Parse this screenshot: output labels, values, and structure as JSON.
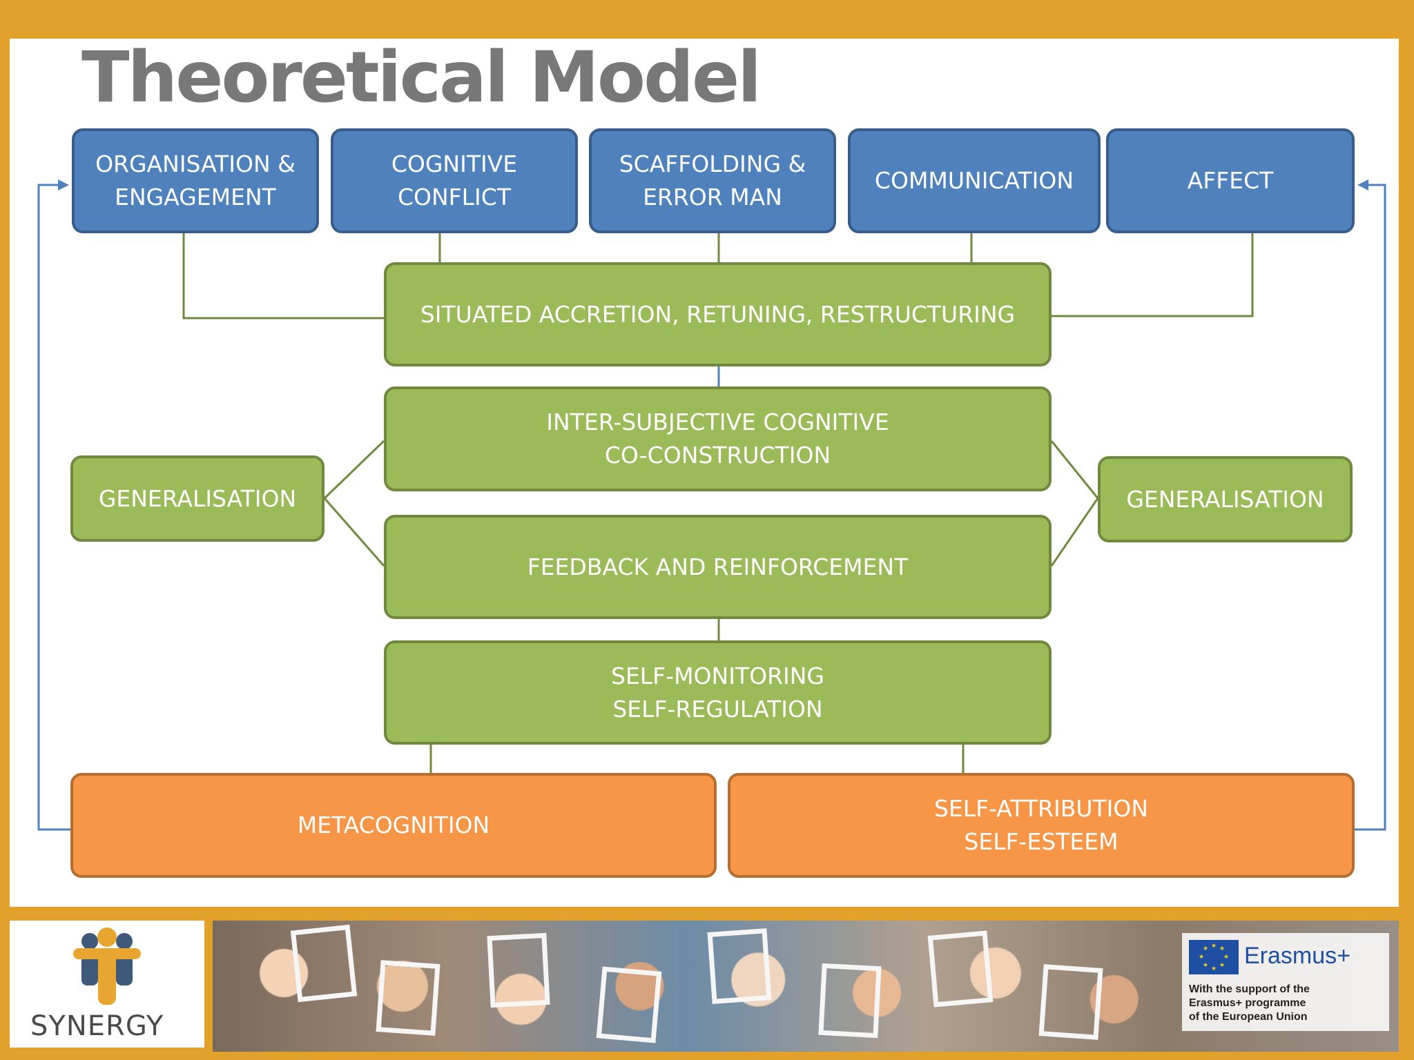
{
  "slide": {
    "title": "Theoretical Model"
  },
  "diagram": {
    "top_row": [
      {
        "id": "organisation",
        "label": "ORGANISATION &\nENGAGEMENT"
      },
      {
        "id": "cognitive-conflict",
        "label": "COGNITIVE\nCONFLICT"
      },
      {
        "id": "scaffolding",
        "label": "SCAFFOLDING &\nERROR MAN"
      },
      {
        "id": "communication",
        "label": "COMMUNICATION"
      },
      {
        "id": "affect",
        "label": "AFFECT"
      }
    ],
    "situated": "SITUATED ACCRETION, RETUNING, RESTRUCTURING",
    "intersubjective": "INTER-SUBJECTIVE COGNITIVE\nCO-CONSTRUCTION",
    "feedback": "FEEDBACK AND REINFORCEMENT",
    "self_monitoring": "SELF-MONITORING\nSELF-REGULATION",
    "generalisation_left": "GENERALISATION",
    "generalisation_right": "GENERALISATION",
    "metacognition": "METACOGNITION",
    "self_attribution": "SELF-ATTRIBUTION\nSELF-ESTEEM",
    "colors": {
      "blue_fill": "#4f81bd",
      "green_fill": "#9bbb59",
      "orange_fill": "#f79646",
      "green_line": "#71893f",
      "blue_line": "#4f81bd",
      "frame": "#e2a12b"
    }
  },
  "footer": {
    "logo_text": "SYNERGY",
    "erasmus_name": "Erasmus+",
    "erasmus_support": "With the support of the\nErasmus+ programme\nof the European Union"
  }
}
